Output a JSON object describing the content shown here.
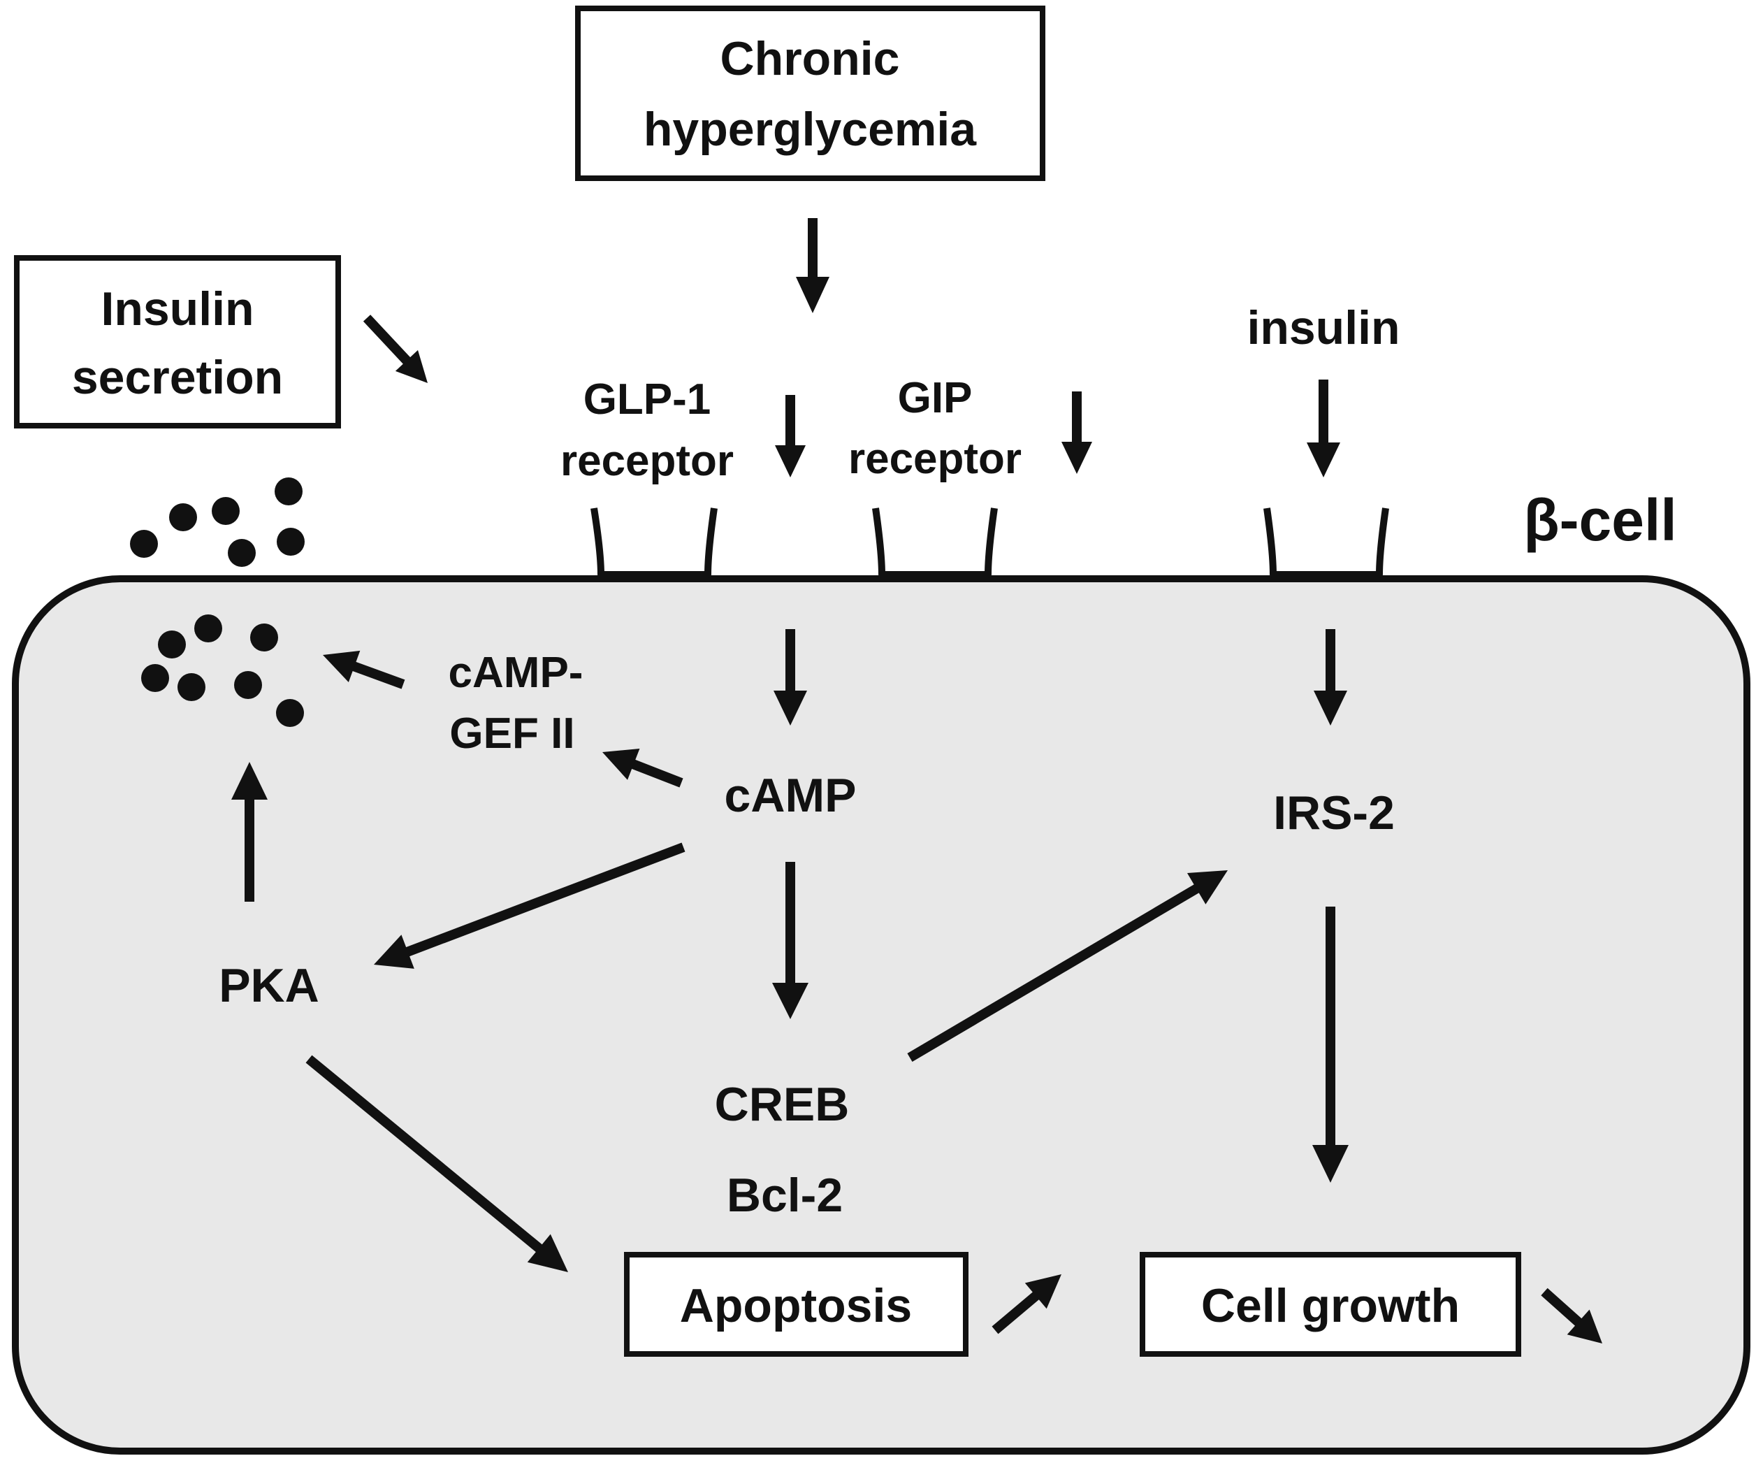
{
  "cell_label": "β-cell",
  "boxes": {
    "chronic_hyperglycemia": [
      "Chronic",
      "hyperglycemia"
    ],
    "insulin_secretion": [
      "Insulin",
      "secretion"
    ],
    "apoptosis": "Apoptosis",
    "cell_growth": "Cell growth"
  },
  "receptors": {
    "glp1": [
      "GLP-1",
      "receptor"
    ],
    "gip": [
      "GIP",
      "receptor"
    ],
    "insulin": "insulin"
  },
  "nodes": {
    "camp_gef": [
      "cAMP-",
      "GEF II"
    ],
    "camp": "cAMP",
    "pka": "PKA",
    "irs2": "IRS-2",
    "creb": "CREB",
    "bcl2": "Bcl-2"
  }
}
